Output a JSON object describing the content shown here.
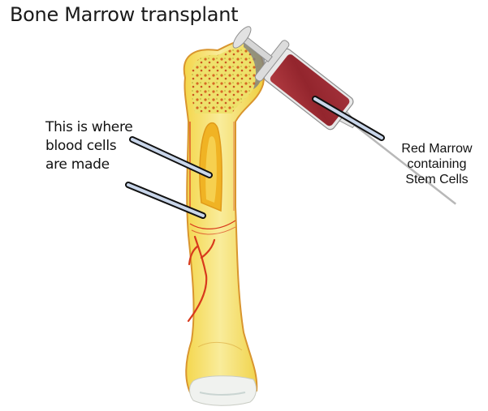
{
  "title": "Bone Marrow transplant",
  "labels": {
    "left": {
      "lines": [
        "This is where",
        "blood cells",
        "are made"
      ],
      "arrows": 2,
      "points_to": "bone marrow cavity"
    },
    "right": {
      "lines": [
        "Red Marrow",
        "containing",
        "Stem Cells"
      ],
      "arrows": 1,
      "points_to": "syringe barrel"
    }
  },
  "illustration": {
    "subject": "femur bone cross-section",
    "objects": [
      "bone",
      "syringe",
      "needle",
      "blood vessels"
    ],
    "colors": {
      "bone": "#f2dc5a",
      "bone_light": "#f7ec9a",
      "bone_outline": "#d9952e",
      "marrow_spots": "#d45a1e",
      "vessel": "#d8391c",
      "syringe_fluid": "#9e2b33",
      "syringe_glass": "#d9d9d9",
      "arrow_fill": "#c9d6ea",
      "arrow_outline": "#111111",
      "cartilage": "#f0f2ef"
    }
  }
}
